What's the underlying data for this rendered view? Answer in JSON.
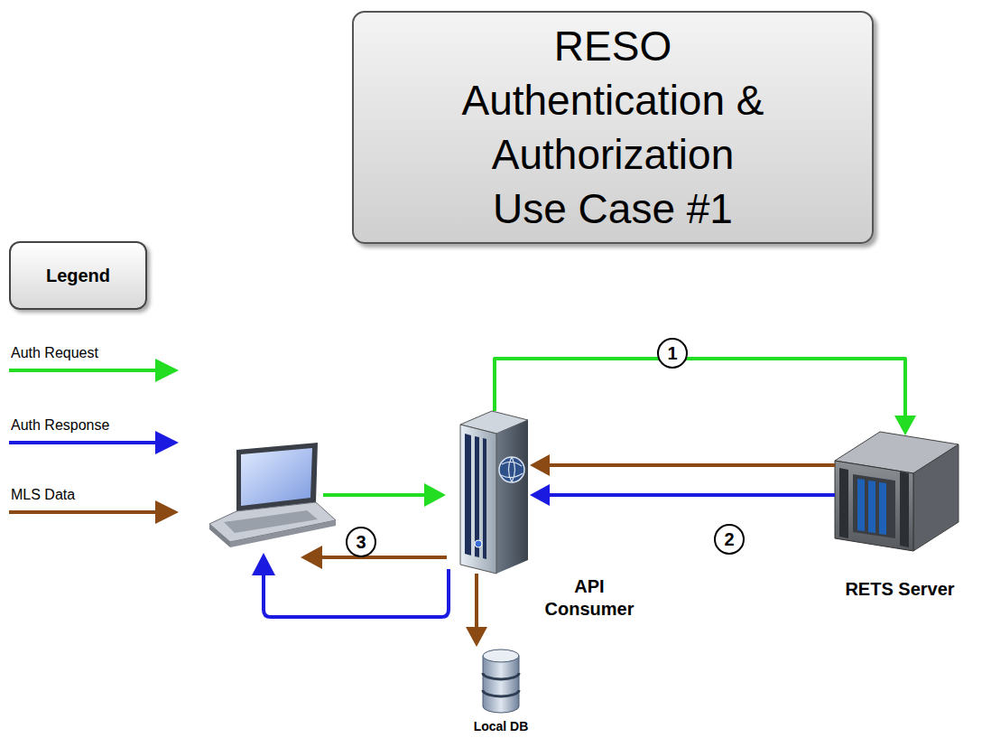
{
  "diagram": {
    "title": "RESO Authentication & Authorization Use Case #1",
    "nodes": [
      {
        "text": [
          "Legend"
        ]
      },
      {
        "text": [
          "API Consumer"
        ]
      },
      {
        "text": [
          "RETS Server"
        ]
      },
      {
        "text": [
          "Local DB"
        ]
      }
    ],
    "edges": [
      {
        "from": 1,
        "to": 2,
        "arrow": "to",
        "label": "1"
      },
      {
        "from": 2,
        "to": 1,
        "arrow": "to"
      },
      {
        "from": 2,
        "to": 1,
        "arrow": "to",
        "label": "2"
      },
      {
        "from": 1,
        "to": 3,
        "arrow": "to"
      }
    ],
    "labels": [
      "3"
    ],
    "legend": [
      {
        "text": "Auth Request"
      },
      {
        "text": "Auth Response"
      },
      {
        "text": "MLS Data"
      }
    ]
  }
}
